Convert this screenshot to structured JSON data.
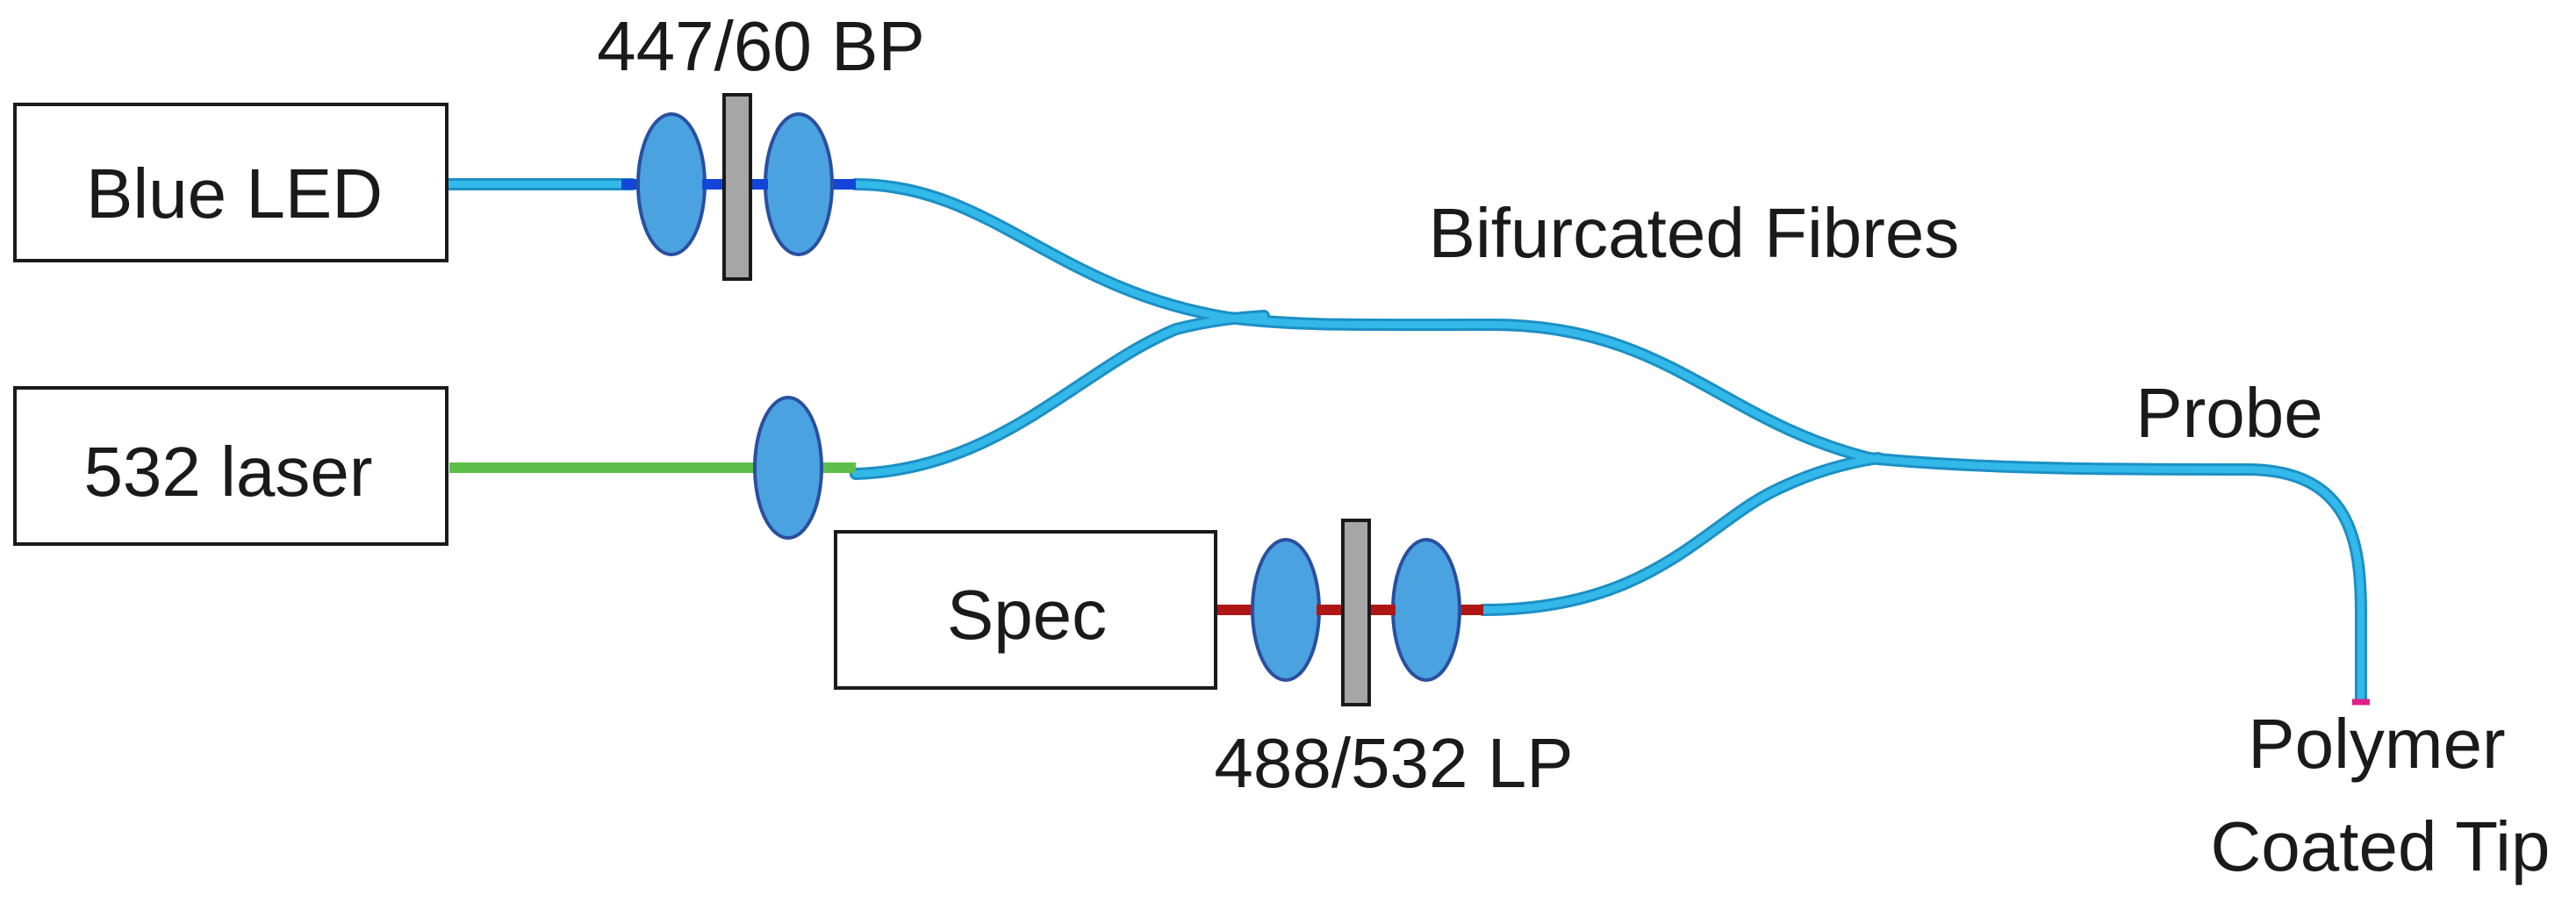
{
  "sources": {
    "blue_led": "Blue LED",
    "laser": "532 laser",
    "spec": "Spec"
  },
  "filters": {
    "bandpass": "447/60 BP",
    "longpass": "488/532 LP"
  },
  "labels": {
    "bifurcated": "Bifurcated Fibres",
    "probe": "Probe",
    "tip_line1": "Polymer",
    "tip_line2": "Coated Tip"
  },
  "colors": {
    "fibre": "#33b8ea",
    "fibre_edge": "#1c8fc4",
    "blue_beam": "#1245d8",
    "green_beam": "#5cbf4a",
    "red_beam": "#b01515",
    "lens_fill": "#4aa3e0",
    "lens_edge": "#2a4fa0",
    "filter_fill": "#a6a6a6",
    "tip": "#e0218a"
  }
}
